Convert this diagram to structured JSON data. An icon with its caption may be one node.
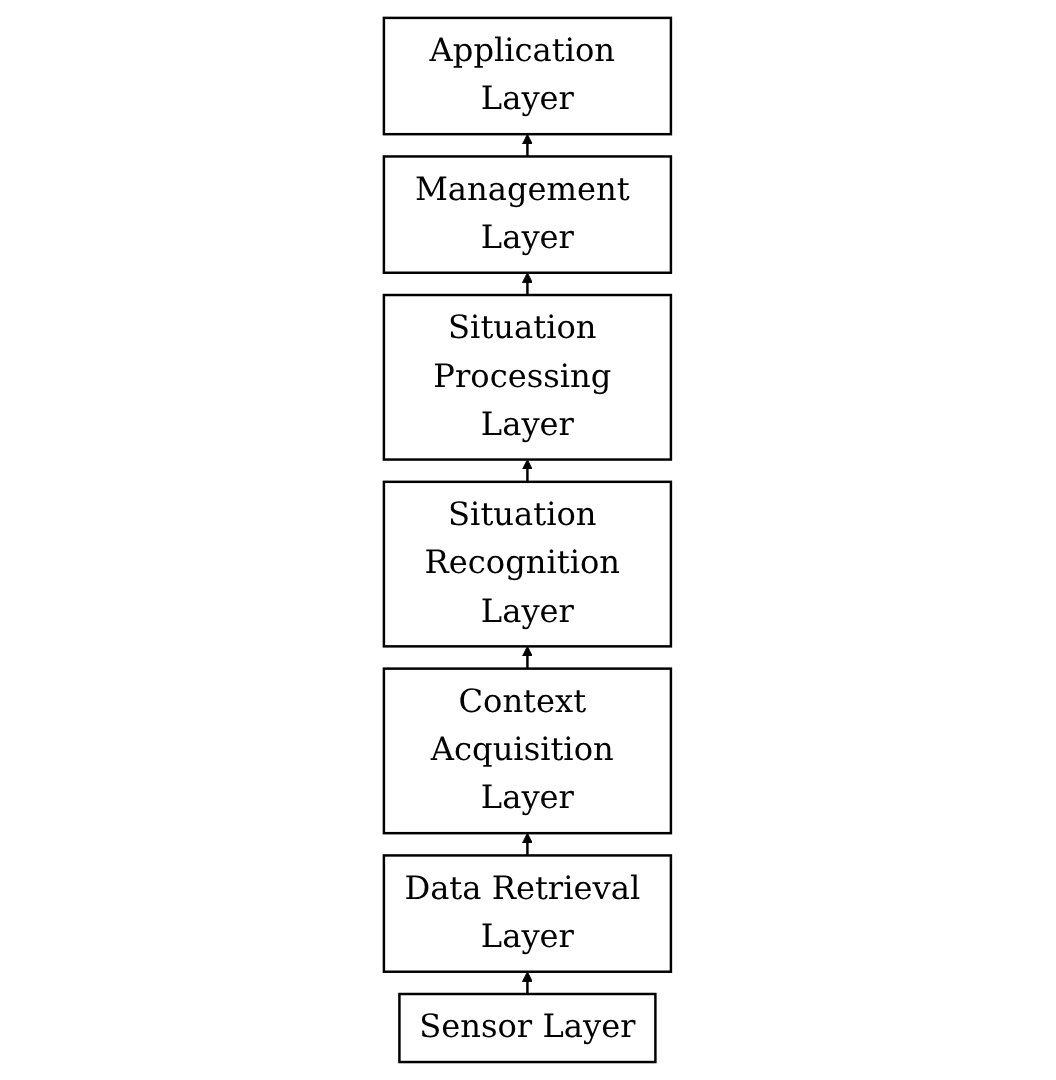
{
  "diagram": {
    "nodes": [
      {
        "text": [
          "Application Layer"
        ]
      },
      {
        "text": [
          "Management Layer"
        ]
      },
      {
        "text": [
          "Situation Processing Layer"
        ]
      },
      {
        "text": [
          "Situation Recognition Layer"
        ]
      },
      {
        "text": [
          "Context Acquisition Layer"
        ]
      },
      {
        "text": [
          "Data Retrieval Layer"
        ]
      },
      {
        "text": [
          "Sensor Layer"
        ]
      }
    ],
    "edges": [
      {
        "from": 1,
        "to": 0,
        "arrow": "to"
      },
      {
        "from": 2,
        "to": 1,
        "arrow": "to"
      },
      {
        "from": 3,
        "to": 2,
        "arrow": "to"
      },
      {
        "from": 4,
        "to": 3,
        "arrow": "to"
      },
      {
        "from": 5,
        "to": 4,
        "arrow": "to"
      },
      {
        "from": 6,
        "to": 5,
        "arrow": "to"
      }
    ]
  }
}
